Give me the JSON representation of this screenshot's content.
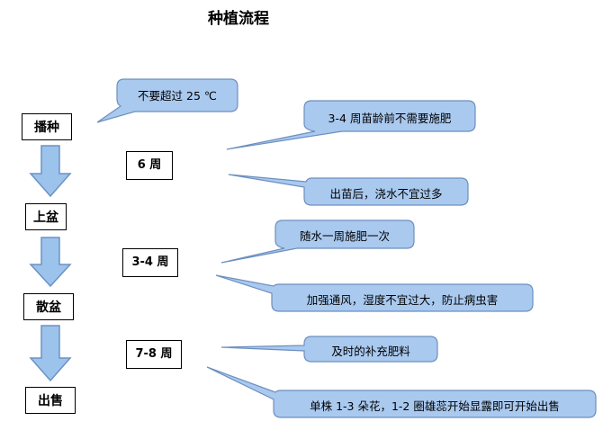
{
  "title": "种植流程",
  "stages": [
    "播种",
    "上盆",
    "散盆",
    "出售"
  ],
  "periods": [
    "6 周",
    "3-4 周",
    "7-8 周"
  ],
  "callouts": [
    "不要超过  25 ℃",
    "3-4 周苗龄前不需要施肥",
    "出苗后，浇水不宜过多",
    "随水一周施肥一次",
    "加强通风，湿度不宜过大，防止病虫害",
    "及时的补充肥料",
    "单株 1-3 朵花，1-2 圈雄蕊开始显露即可开始出售"
  ],
  "colors": {
    "callout_fill": "#a9c9ef",
    "callout_stroke": "#6d8fbf",
    "arrow_fill": "#9cc3ec",
    "arrow_stroke": "#6b92c4"
  }
}
